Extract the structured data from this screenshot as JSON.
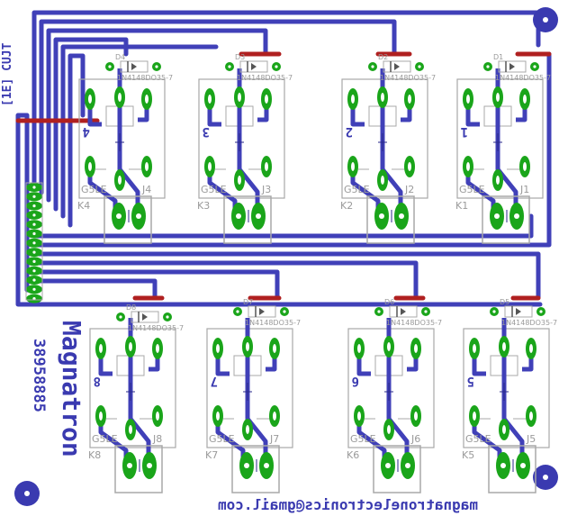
{
  "colors": {
    "background": "#ffffff",
    "bottom_trace": "#4040b8",
    "top_trace": "#b02020",
    "pad": "#1aa51a",
    "drill": "#ffffff",
    "silkscreen": "#a8a8a8",
    "mirror_text": "#3a3ab0"
  },
  "header_label": "[1E] CUJT",
  "side_vertical_text": "Magnatron",
  "side_number_text": "38958885",
  "footer_email": "magnatronelectronics@gmail.com",
  "relays": [
    {
      "relay_ref": "K4",
      "diode_ref": "D4",
      "diode_part": "1N4148DO35-7",
      "relay_part": "G5LE",
      "connector_ref": "J4",
      "channel": "4"
    },
    {
      "relay_ref": "K3",
      "diode_ref": "D3",
      "diode_part": "1N4148DO35-7",
      "relay_part": "G5LE",
      "connector_ref": "J3",
      "channel": "3"
    },
    {
      "relay_ref": "K2",
      "diode_ref": "D2",
      "diode_part": "1N4148DO35-7",
      "relay_part": "G5LE",
      "connector_ref": "J2",
      "channel": "2"
    },
    {
      "relay_ref": "K1",
      "diode_ref": "D1",
      "diode_part": "1N4148DO35-7",
      "relay_part": "G5LE",
      "connector_ref": "J1",
      "channel": "1"
    },
    {
      "relay_ref": "K8",
      "diode_ref": "D8",
      "diode_part": "1N4148DO35-7",
      "relay_part": "G5LE",
      "connector_ref": "J8",
      "channel": "8"
    },
    {
      "relay_ref": "K7",
      "diode_ref": "D7",
      "diode_part": "1N4148DO35-7",
      "relay_part": "G5LE",
      "connector_ref": "J7",
      "channel": "7"
    },
    {
      "relay_ref": "K6",
      "diode_ref": "D6",
      "diode_part": "1N4148DO35-7",
      "relay_part": "G5LE",
      "connector_ref": "J6",
      "channel": "6"
    },
    {
      "relay_ref": "K5",
      "diode_ref": "D5",
      "diode_part": "1N4148DO35-7",
      "relay_part": "G5LE",
      "connector_ref": "J5",
      "channel": "5"
    }
  ]
}
